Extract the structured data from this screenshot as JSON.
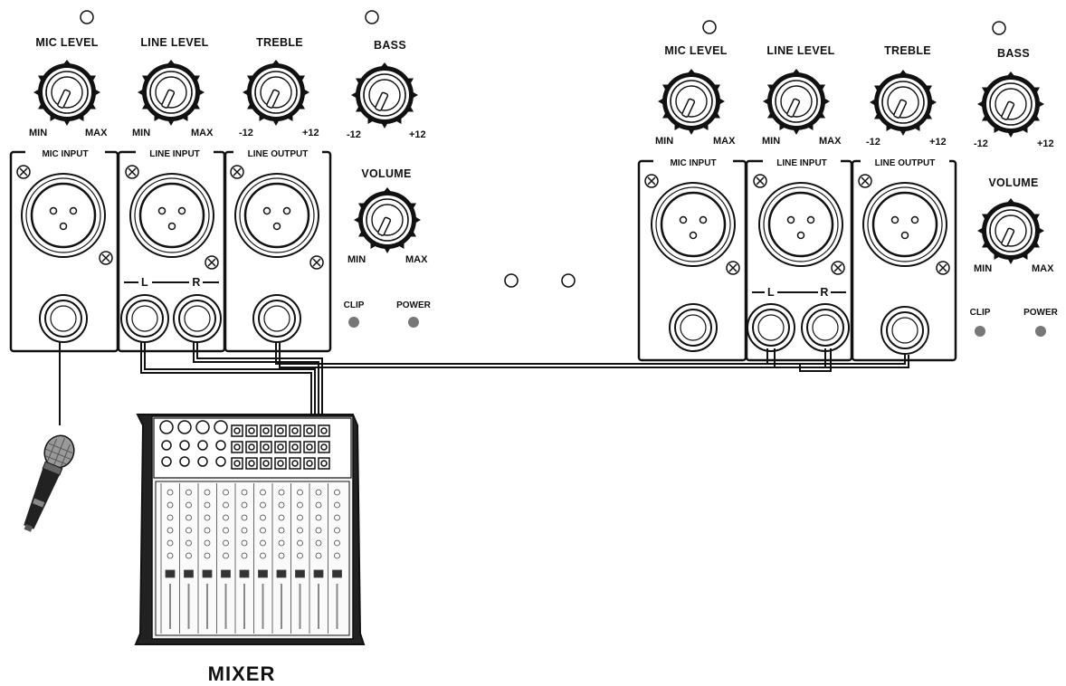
{
  "left_unit": {
    "knobs": [
      {
        "label": "MIC LEVEL",
        "min": "MIN",
        "max": "MAX"
      },
      {
        "label": "LINE LEVEL",
        "min": "MIN",
        "max": "MAX"
      },
      {
        "label": "TREBLE",
        "min": "-12",
        "max": "+12"
      },
      {
        "label": "BASS",
        "min": "-12",
        "max": "+12"
      }
    ],
    "volume": {
      "label": "VOLUME",
      "min": "MIN",
      "max": "MAX"
    },
    "sections": {
      "mic_input": "MIC INPUT",
      "line_input": "LINE INPUT",
      "line_output": "LINE OUTPUT"
    },
    "channels": {
      "left": "L",
      "right": "R"
    },
    "indicators": {
      "clip": "CLIP",
      "power": "POWER"
    }
  },
  "right_unit": {
    "knobs": [
      {
        "label": "MIC LEVEL",
        "min": "MIN",
        "max": "MAX"
      },
      {
        "label": "LINE LEVEL",
        "min": "MIN",
        "max": "MAX"
      },
      {
        "label": "TREBLE",
        "min": "-12",
        "max": "+12"
      },
      {
        "label": "BASS",
        "min": "-12",
        "max": "+12"
      }
    ],
    "volume": {
      "label": "VOLUME",
      "min": "MIN",
      "max": "MAX"
    },
    "sections": {
      "mic_input": "MIC INPUT",
      "line_input": "LINE INPUT",
      "line_output": "LINE OUTPUT"
    },
    "channels": {
      "left": "L",
      "right": "R"
    },
    "indicators": {
      "clip": "CLIP",
      "power": "POWER"
    }
  },
  "mixer": {
    "label": "MIXER"
  },
  "colors": {
    "ink": "#111111",
    "led": "#777777",
    "panel_fill": "#ffffff"
  }
}
